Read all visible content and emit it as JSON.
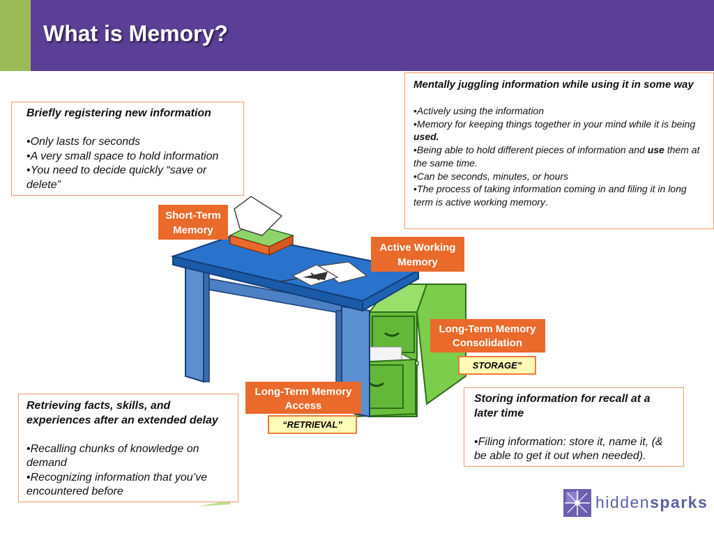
{
  "title": "What is Memory?",
  "labels": {
    "short_term": [
      "Short-Term",
      "Memory"
    ],
    "active_working": [
      "Active Working",
      "Memory"
    ],
    "consolidation": [
      "Long-Term Memory",
      "Consolidation"
    ],
    "access": [
      "Long-Term Memory",
      "Access"
    ]
  },
  "tags": {
    "storage": "STORAGE”",
    "retrieval": "“RETRIEVAL”"
  },
  "boxes": {
    "short_term": {
      "heading": "Briefly registering new information",
      "bullets": [
        "Only lasts for seconds",
        "A very small space to hold information",
        "You need to decide quickly “save or delete”"
      ]
    },
    "active_working": {
      "heading": "Mentally juggling information while using it in some way",
      "bullets": [
        "Actively using the information",
        "Memory for keeping things together in your mind while it is being",
        "used.",
        "Being able to hold different pieces of information and",
        "use",
        "them at the same time.",
        "Can be seconds, minutes, or hours",
        "The process of taking information coming in and filing it in long term is active working memory",
        "."
      ]
    },
    "retrieval": {
      "heading": "Retrieving facts, skills, and experiences after an extended delay",
      "bullets": [
        "Recalling chunks of knowledge on demand",
        "Recognizing information that you’ve encountered before"
      ]
    },
    "storage": {
      "heading": "Storing information for recall at a later time",
      "bullets": [
        "Filing information: store it, name it, (& be able to get it out when needed)."
      ]
    }
  },
  "logo": {
    "prefix": "hidden",
    "suffix": "sparks"
  },
  "colors": {
    "header": "#5b3e96",
    "header_accent": "#9bbb59",
    "label_orange": "#ea6a2c",
    "box_border": "#f2996a",
    "desk_blue": "#2a73cc",
    "cabinet_green": "#6abf3c"
  }
}
